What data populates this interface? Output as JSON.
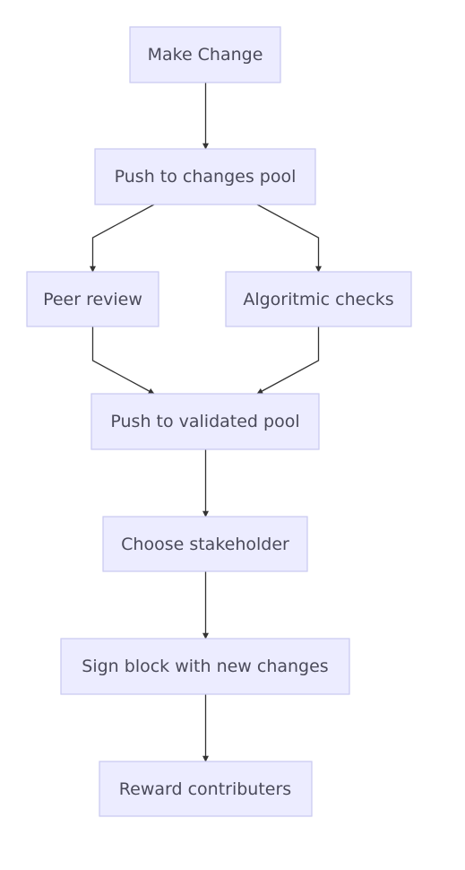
{
  "nodes": [
    {
      "id": "make-change",
      "label": "Make Change"
    },
    {
      "id": "push-changes-pool",
      "label": "Push to changes pool"
    },
    {
      "id": "peer-review",
      "label": "Peer review"
    },
    {
      "id": "algorithmic-checks",
      "label": "Algoritmic checks"
    },
    {
      "id": "push-validated-pool",
      "label": "Push to validated pool"
    },
    {
      "id": "choose-stakeholder",
      "label": "Choose stakeholder"
    },
    {
      "id": "sign-block",
      "label": "Sign block with new changes"
    },
    {
      "id": "reward-contributers",
      "label": "Reward contributers"
    }
  ],
  "edges": [
    {
      "from": "make-change",
      "to": "push-changes-pool"
    },
    {
      "from": "push-changes-pool",
      "to": "peer-review"
    },
    {
      "from": "push-changes-pool",
      "to": "algorithmic-checks"
    },
    {
      "from": "peer-review",
      "to": "push-validated-pool"
    },
    {
      "from": "algorithmic-checks",
      "to": "push-validated-pool"
    },
    {
      "from": "push-validated-pool",
      "to": "choose-stakeholder"
    },
    {
      "from": "choose-stakeholder",
      "to": "sign-block"
    },
    {
      "from": "sign-block",
      "to": "reward-contributers"
    }
  ],
  "colors": {
    "node_fill": "#ececff",
    "node_border": "#c9c9f0",
    "text": "#4a4a5a",
    "edge": "#333333"
  }
}
